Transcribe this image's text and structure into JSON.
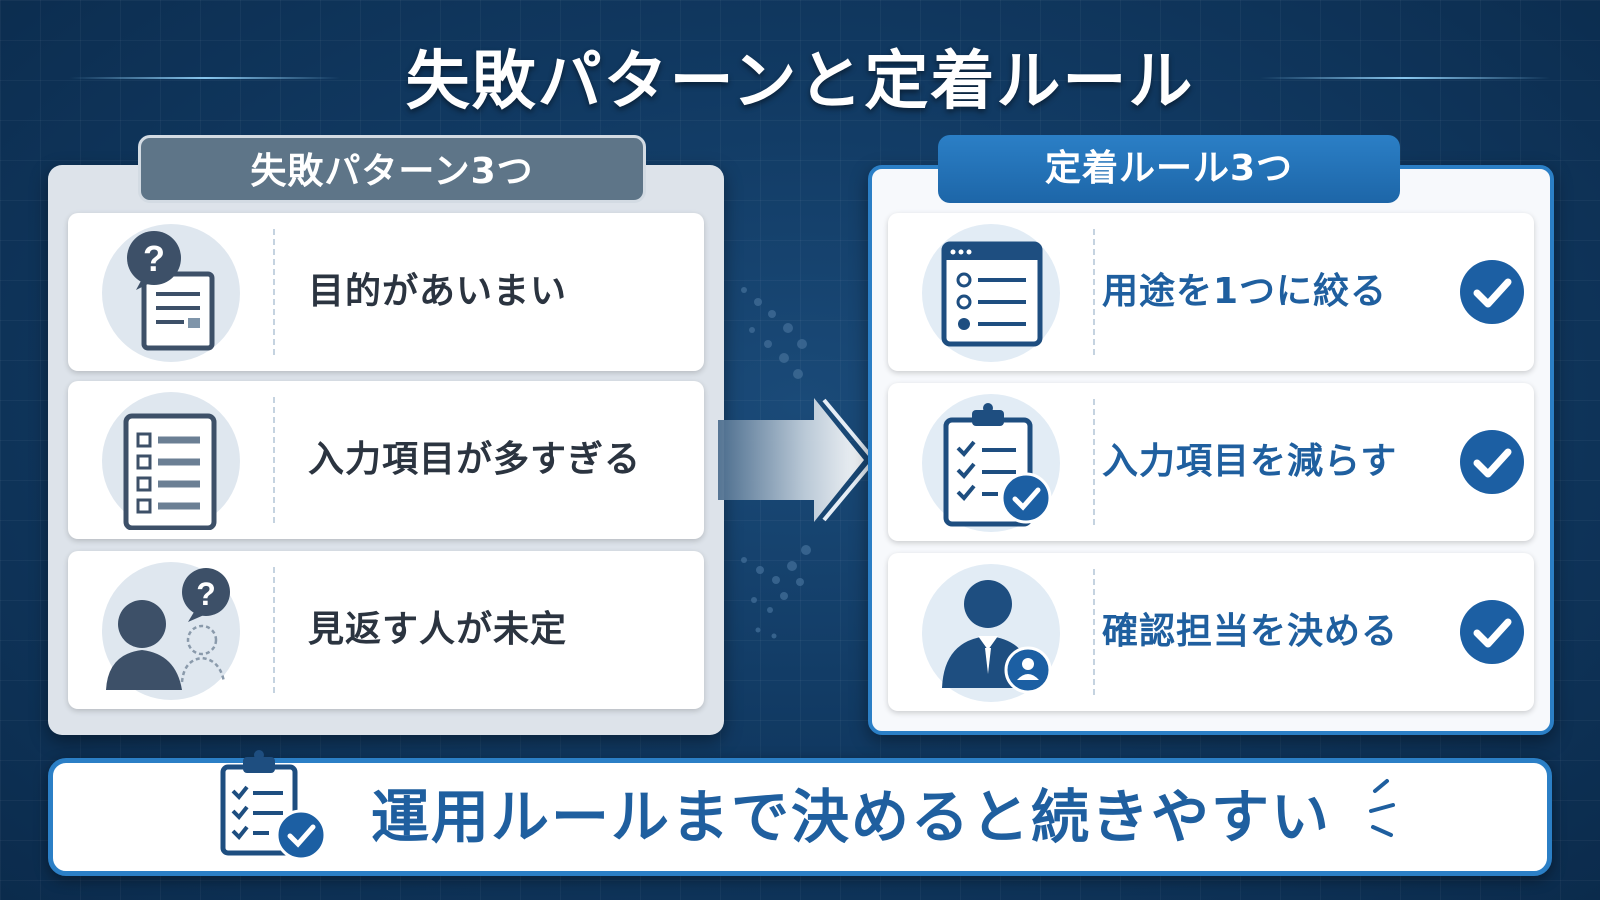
{
  "title": "失敗パターンと定着ルール",
  "left_panel": {
    "header": "失敗パターン3つ",
    "items": [
      {
        "label": "目的があいまい",
        "icon": "document-question-icon"
      },
      {
        "label": "入力項目が多すぎる",
        "icon": "checklist-icon"
      },
      {
        "label": "見返す人が未定",
        "icon": "person-question-icon"
      }
    ]
  },
  "right_panel": {
    "header": "定着ルール3つ",
    "items": [
      {
        "label": "用途を1つに絞る",
        "icon": "form-window-icon"
      },
      {
        "label": "入力項目を減らす",
        "icon": "clipboard-check-icon"
      },
      {
        "label": "確認担当を決める",
        "icon": "person-badge-icon"
      }
    ]
  },
  "banner": {
    "text": "運用ルールまで決めると続きやすい",
    "icon": "clipboard-check-icon"
  },
  "colors": {
    "background": "#113a63",
    "accent": "#2b7fc6",
    "right_text": "#1f5f9f",
    "left_header": "#5e7588",
    "check": "#1c5fa3"
  }
}
